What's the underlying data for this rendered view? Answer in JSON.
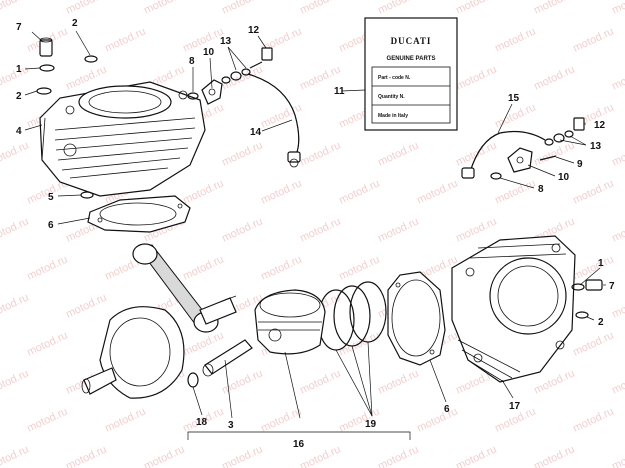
{
  "watermark": {
    "text": "motod.ru"
  },
  "label_card": {
    "brand": "DUCATI",
    "subtitle": "GENUINE PARTS",
    "rows": [
      "Part - code N.",
      "Quantity N.",
      "Made in Italy"
    ]
  },
  "callouts": {
    "c1_top": "1",
    "c2_top": "2",
    "c2_left": "2",
    "c7_top": "7",
    "c4": "4",
    "c5": "5",
    "c6_left": "6",
    "c8_top": "8",
    "c10_top": "10",
    "c13_top": "13",
    "c12_top": "12",
    "c14": "14",
    "c11": "11",
    "c15": "15",
    "c12_right": "12",
    "c13_right": "13",
    "c9": "9",
    "c10_right": "10",
    "c8_right": "8",
    "c1_right": "1",
    "c7_right": "7",
    "c2_right": "2",
    "c18": "18",
    "c3": "3",
    "c16": "16",
    "c19": "19",
    "c6_bottom": "6",
    "c17": "17"
  }
}
